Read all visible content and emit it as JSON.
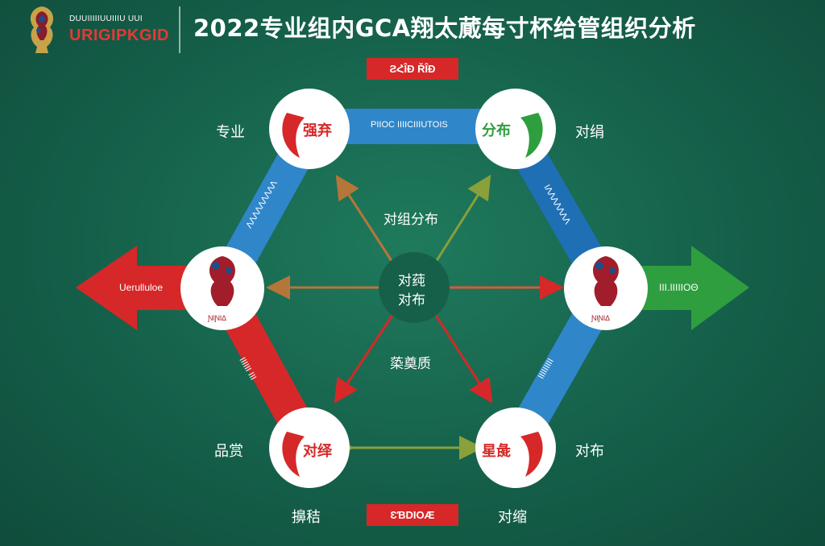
{
  "header": {
    "brand_top": "DUUIIIIIUUIIIU UUI",
    "brand_bottom": "URIGIPKGID",
    "title": "2022专业组内GCA翔太蕆每寸杯给管组织分析"
  },
  "ribbons": {
    "top": "ƧՀÎÐ ŘÎÐ",
    "bottom": "ƐƁDIOÆ"
  },
  "nodes": {
    "top_left": {
      "label": "强弃",
      "color": "#d62828"
    },
    "top_right": {
      "label": "分布",
      "color": "#2e9e3e"
    },
    "left": {
      "label": "ƝƖƝƖΔ"
    },
    "right": {
      "label": "ƝƖƝƖΔ"
    },
    "bottom_left": {
      "label": "对绎",
      "color": "#d62828"
    },
    "bottom_right": {
      "label": "星彘",
      "color": "#d62828"
    }
  },
  "side_labels": {
    "top_left": "专业",
    "top_right": "对绢",
    "bottom_left": "品赏",
    "bottom_right": "对布",
    "bottom_left_lower": "擤秸",
    "bottom_right_lower": "对缩"
  },
  "center": {
    "line1": "对莼",
    "line2": "对布",
    "upper_label": "对组分布",
    "lower_label": "蒅奠质"
  },
  "band_texts": {
    "top": "PIIOC IIIICIIIUTOIS",
    "upper_left": "ΛΛΛΛΛΛΛΛΛ",
    "upper_right": "ΙΛΛΛΛΛΛΛ",
    "lower_left": "ΙΙΙΙΙΙ ΙΙΙ",
    "lower_right": "ΙΙΙΙΙΙΙΙΙ"
  },
  "arrows": {
    "left": "Uerulluloe",
    "right": "ΙΙΙ.ΙΙΙΙΙΟΘ"
  },
  "colors": {
    "red": "#d62828",
    "blue": "#2f86c9",
    "green": "#2e9e3e",
    "inner_arrow": "#b5763a",
    "background": "#15604a"
  }
}
